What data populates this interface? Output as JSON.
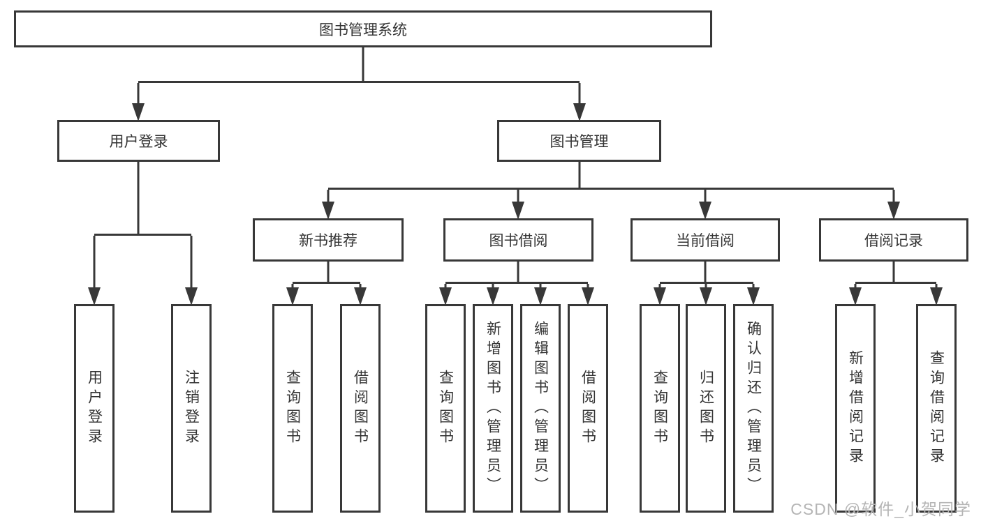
{
  "diagram": {
    "root": {
      "label": "图书管理系统"
    },
    "level2": [
      {
        "label": "用户登录"
      },
      {
        "label": "图书管理"
      }
    ],
    "level3": [
      {
        "label": "新书推荐"
      },
      {
        "label": "图书借阅"
      },
      {
        "label": "当前借阅"
      },
      {
        "label": "借阅记录"
      }
    ],
    "leaves": {
      "user_login": [
        "用户登录",
        "注销登录"
      ],
      "new_book_rec": [
        "查询图书",
        "借阅图书"
      ],
      "book_borrow": [
        "查询图书",
        "新增图书（管理员）",
        "编辑图书（管理员）",
        "借阅图书"
      ],
      "current_borrow": [
        "查询图书",
        "归还图书",
        "确认归还（管理员）"
      ],
      "borrow_records": [
        "新增借阅记录",
        "查询借阅记录"
      ]
    }
  },
  "watermark": {
    "text": "CSDN @软件_小贺同学"
  },
  "colors": {
    "line": "#383838",
    "text": "#333333",
    "watermark": "#b5b5b5",
    "background": "#ffffff"
  }
}
